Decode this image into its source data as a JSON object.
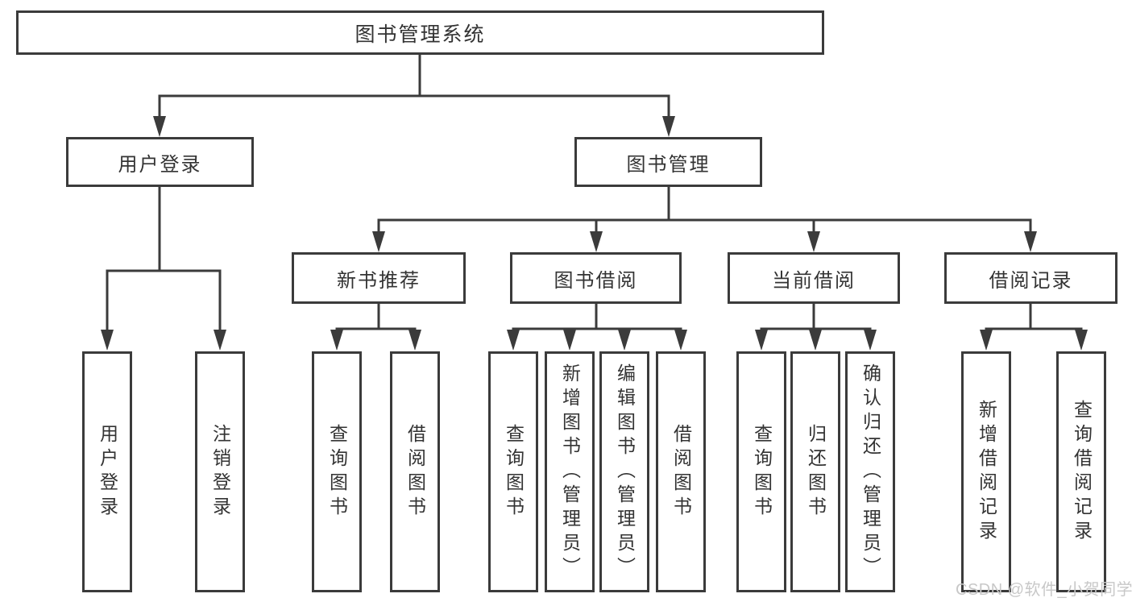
{
  "tree": {
    "root": {
      "label": "图书管理系统"
    },
    "level2": [
      {
        "label": "用户登录"
      },
      {
        "label": "图书管理"
      }
    ],
    "level3": [
      {
        "label": "新书推荐"
      },
      {
        "label": "图书借阅"
      },
      {
        "label": "当前借阅"
      },
      {
        "label": "借阅记录"
      }
    ],
    "leaves": [
      {
        "label": "用户登录"
      },
      {
        "label": "注销登录"
      },
      {
        "label": "查询图书"
      },
      {
        "label": "借阅图书"
      },
      {
        "label": "查询图书"
      },
      {
        "label": "新增图书（管理员）"
      },
      {
        "label": "编辑图书（管理员）"
      },
      {
        "label": "借阅图书"
      },
      {
        "label": "查询图书"
      },
      {
        "label": "归还图书"
      },
      {
        "label": "确认归还（管理员）"
      },
      {
        "label": "新增借阅记录"
      },
      {
        "label": "查询借阅记录"
      }
    ]
  },
  "watermark": {
    "text": "CSDN @软件_小贺同学"
  },
  "colors": {
    "line": "#3b3b3b",
    "text": "#333333",
    "background": "#ffffff",
    "watermark": "#c8c8c8"
  }
}
